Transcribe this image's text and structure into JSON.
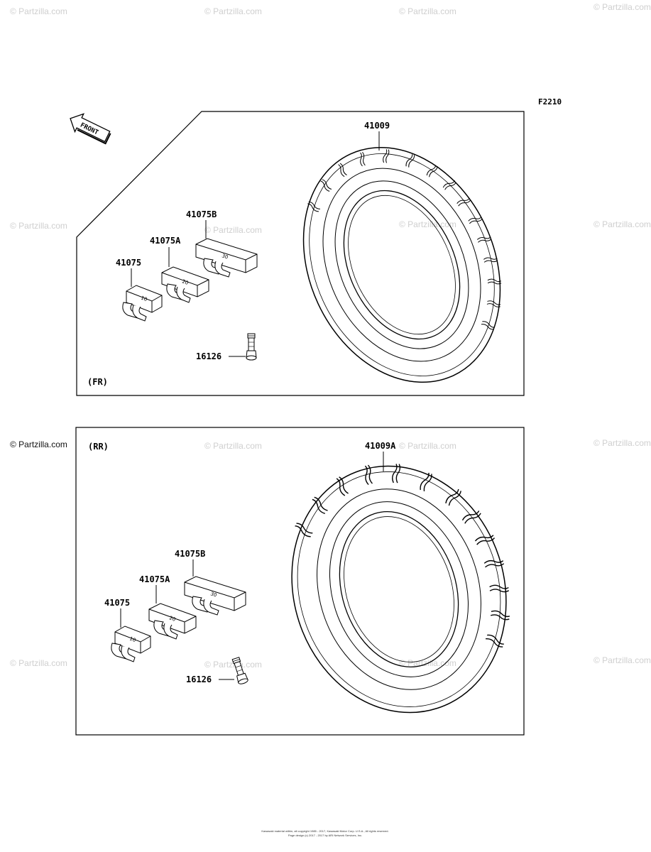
{
  "diagram_code": "F2210",
  "front_arrow": {
    "label": "FRONT",
    "icon": "front-arrow-icon"
  },
  "front_section": {
    "tag": "(FR)",
    "tire_part": "41009",
    "weights": [
      "41075",
      "41075A",
      "41075B"
    ],
    "weight_marks": [
      "10",
      "20",
      "30"
    ],
    "valve_part": "16126"
  },
  "rear_section": {
    "tag": "(RR)",
    "tire_part": "41009A",
    "weights": [
      "41075",
      "41075A",
      "41075B"
    ],
    "weight_marks": [
      "10",
      "20",
      "30"
    ],
    "valve_part": "16126"
  },
  "watermark": "© Partzilla.com",
  "copyright": [
    "Kawasaki material within, all copyright 1985 - 2017, Kawasaki Motor Corp. U.S.A., All rights reserved.",
    "Page design (c) 2017 - 2017 by ARI Network Services, Inc."
  ]
}
